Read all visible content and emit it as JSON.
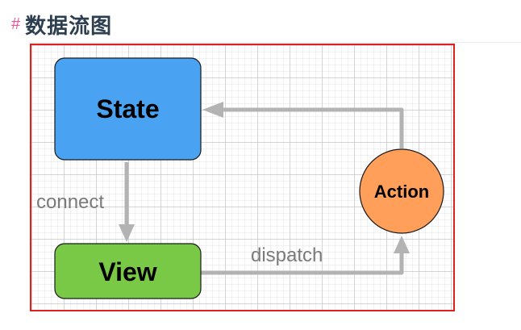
{
  "heading": {
    "hash": "#",
    "title": "数据流图"
  },
  "diagram": {
    "nodes": {
      "state": {
        "label": "State",
        "fill": "#4aa3f2"
      },
      "view": {
        "label": "View",
        "fill": "#79c846"
      },
      "action": {
        "label": "Action",
        "fill": "#ff9f5a"
      }
    },
    "edges": {
      "connect": {
        "label": "connect"
      },
      "dispatch": {
        "label": "dispatch"
      }
    },
    "colors": {
      "frame_border": "#e0201e",
      "arrow": "#b3b3b3",
      "node_stroke": "#1a1a1a"
    }
  }
}
